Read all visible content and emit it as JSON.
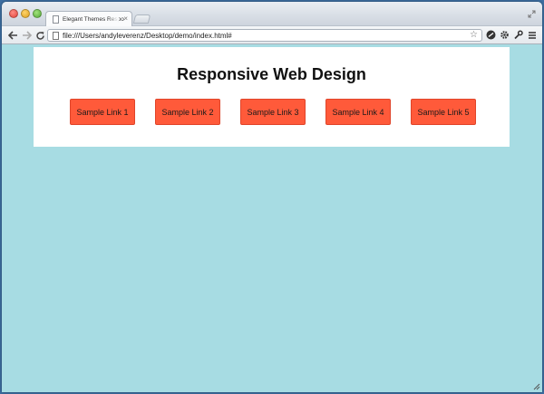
{
  "browser": {
    "tab_title": "Elegant Themes Responsive",
    "tab_close": "×",
    "url": "file:///Users/andyleverenz/Desktop/demo/index.html#",
    "star": "☆"
  },
  "page": {
    "title": "Responsive Web Design",
    "links": [
      {
        "label": "Sample Link 1"
      },
      {
        "label": "Sample Link 2"
      },
      {
        "label": "Sample Link 3"
      },
      {
        "label": "Sample Link 4"
      },
      {
        "label": "Sample Link 5"
      }
    ]
  },
  "colors": {
    "background": "#a7dce3",
    "header_panel": "#ffffff",
    "link_button": "#ff5a3a",
    "desktop": "#3d6fa3"
  },
  "icons": {
    "window_controls": [
      "close-icon",
      "minimize-icon",
      "maximize-icon"
    ],
    "toolbar": [
      "back-arrow-icon",
      "forward-arrow-icon",
      "reload-icon",
      "star-icon",
      "extension-icon",
      "gear-icon",
      "wrench-icon",
      "menu-icon"
    ]
  }
}
